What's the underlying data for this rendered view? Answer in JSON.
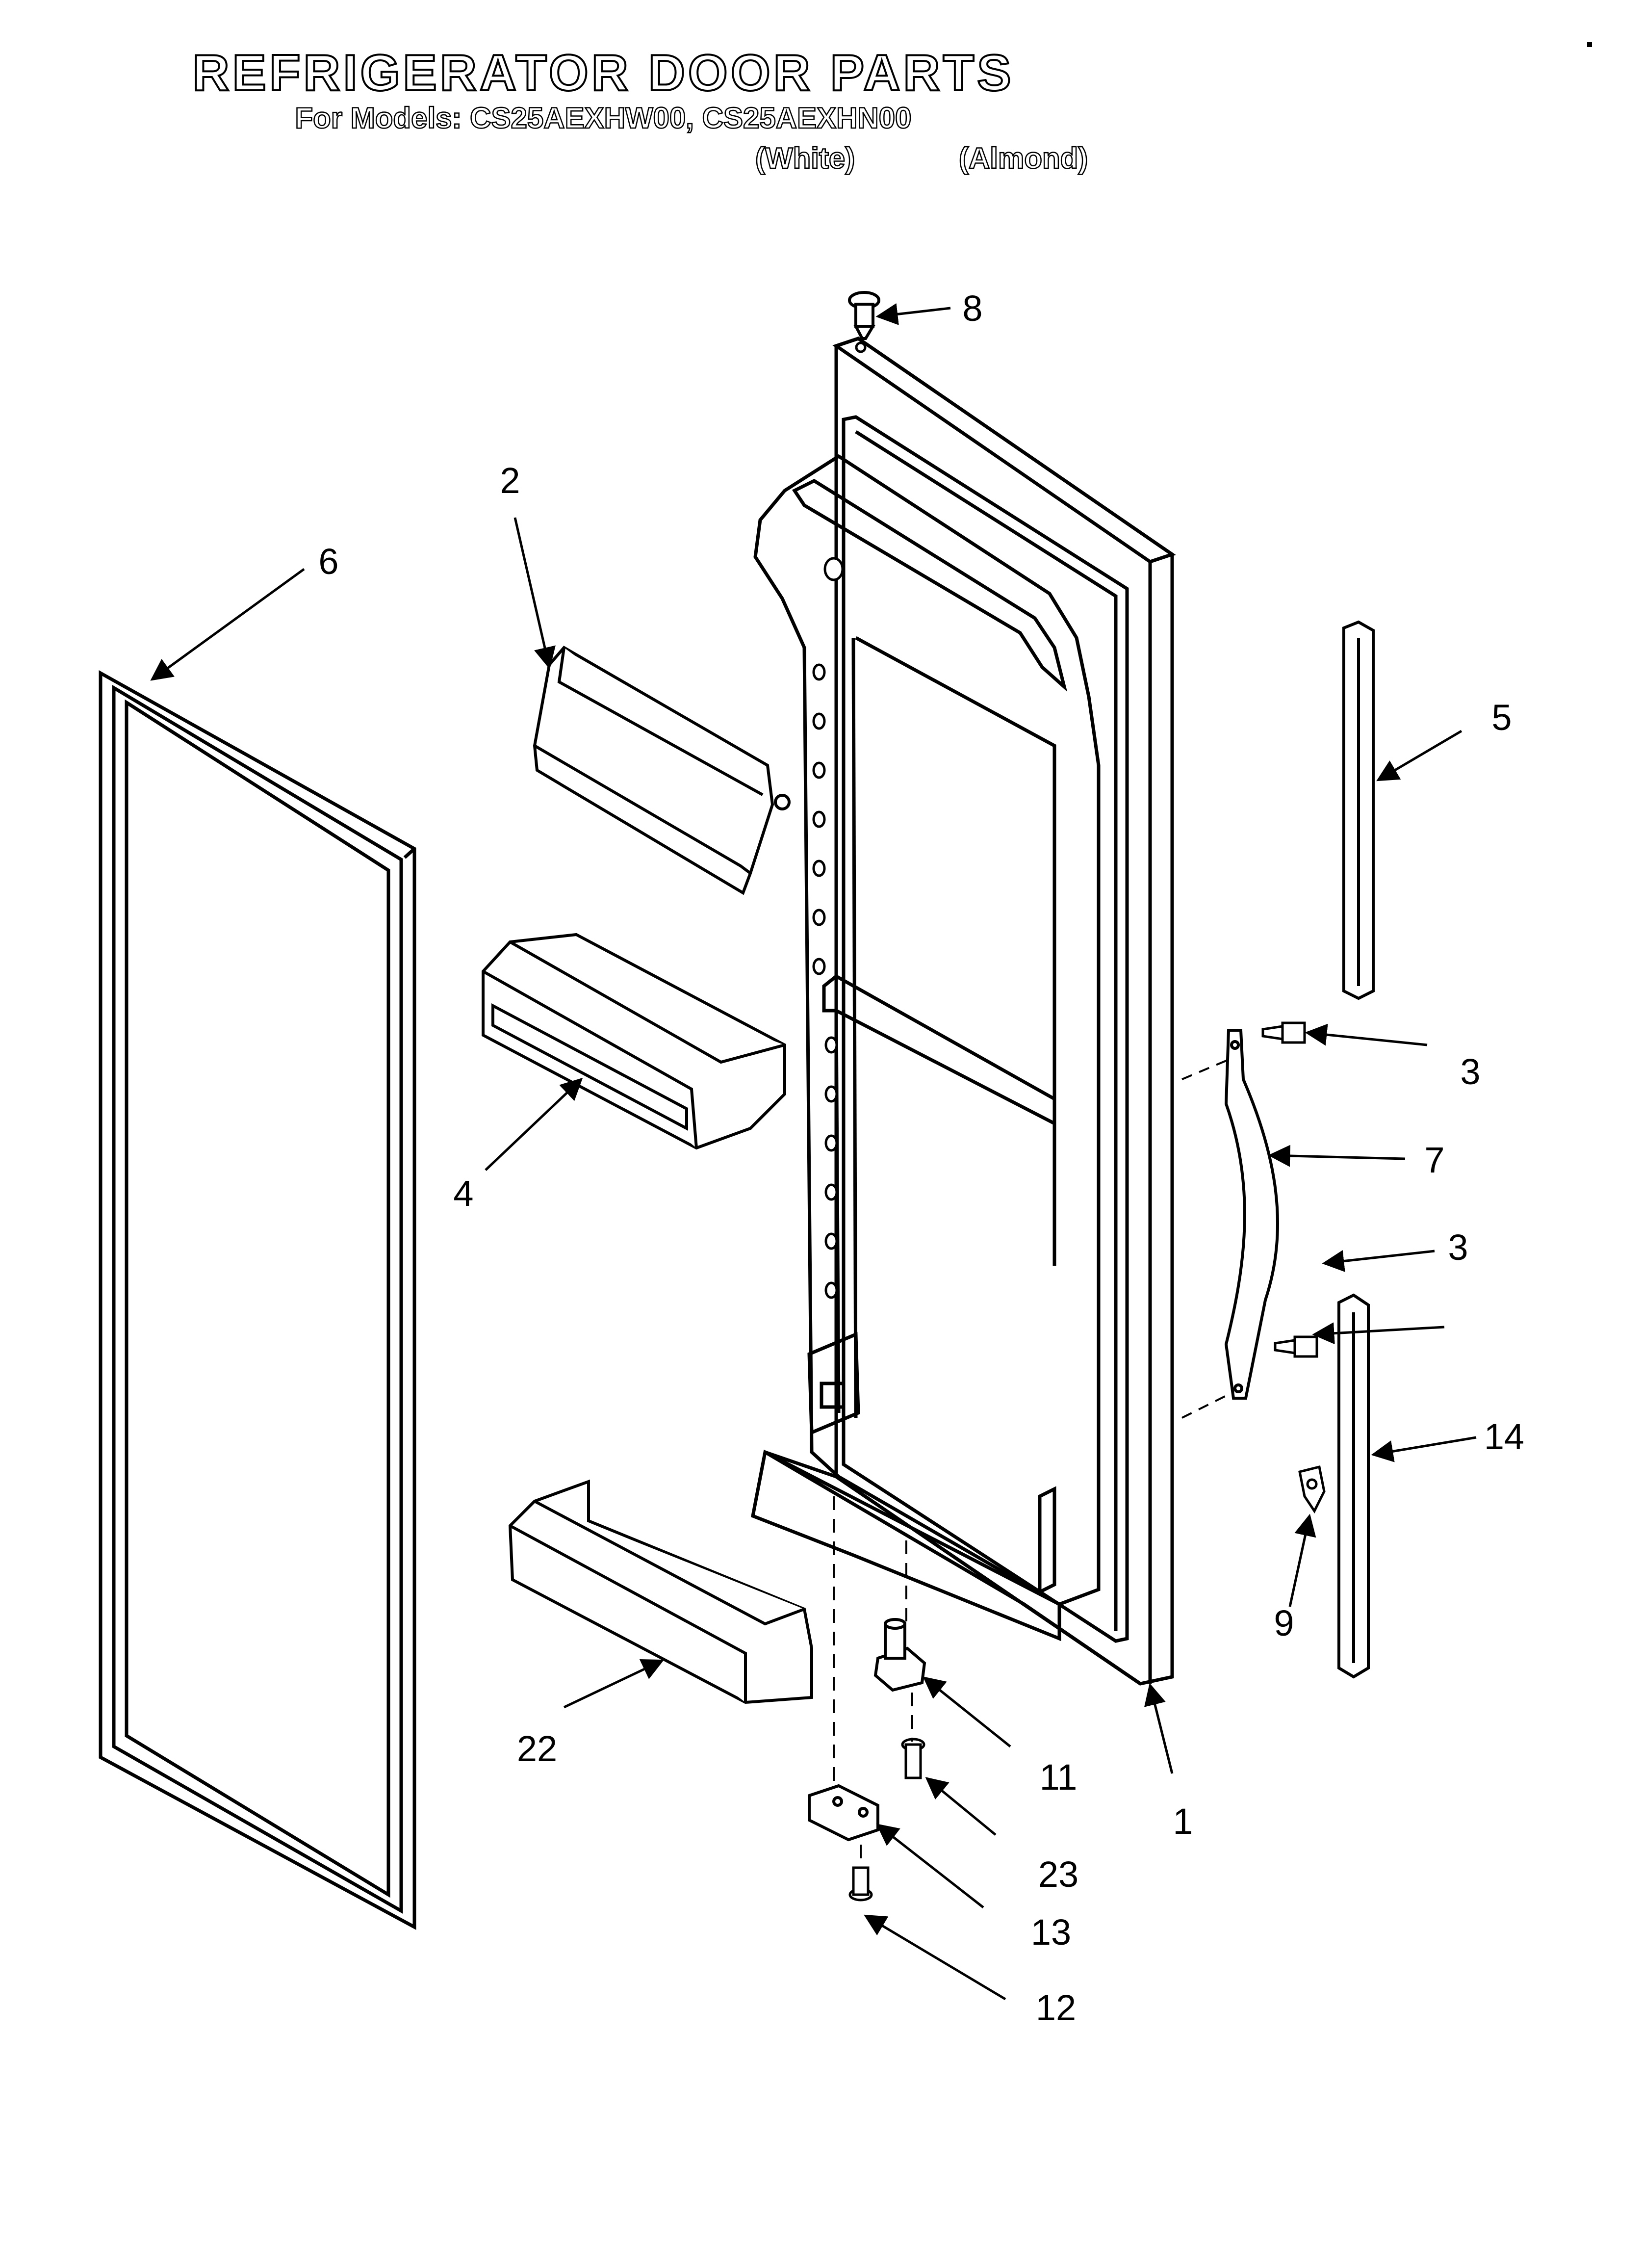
{
  "header": {
    "title": "REFRIGERATOR DOOR PARTS",
    "models_line": "For Models: CS25AEXHW00, CS25AEXHN00",
    "variant_white": "(White)",
    "variant_almond": "(Almond)"
  },
  "callouts": {
    "door": "1",
    "door_shelf_cover": "2",
    "screw_upper": "3",
    "screw_lower": "3",
    "door_bin": "4",
    "handle_trim_upper": "5",
    "door_gasket": "6",
    "handle": "7",
    "hinge_plug": "8",
    "clip": "9",
    "hinge_bushing": "11",
    "screw_hinge": "12",
    "hinge_bracket": "13",
    "handle_trim_lower": "14",
    "door_rail": "22",
    "screw_bushing": "23"
  }
}
